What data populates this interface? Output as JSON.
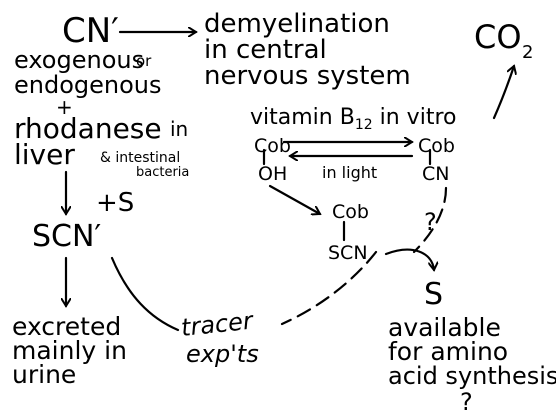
{
  "labels": {
    "cn": "CN′",
    "demyelination_l1": "demyelination",
    "demyelination_l2": "in central",
    "demyelination_l3": "nervous system",
    "co2_main": "CO",
    "co2_sub": "2",
    "exogenous_word": "exogenous",
    "exogenous_or": "or",
    "endogenous": "endogenous",
    "plus_top": "+",
    "rhodanese_word": "rhodanese",
    "rhodanese_in": "in",
    "liver_word": "liver",
    "intestinal": "& intestinal",
    "bacteria": "bacteria",
    "vitamin_prefix": "vitamin B",
    "vitamin_sub": "12",
    "vitamin_suffix": " in vitro",
    "cob_oh_top": "Cob",
    "cob_oh_oh": "OH",
    "cob_cn_top": "Cob",
    "cob_cn_cn": "CN",
    "in_light": "in light",
    "plus_s": "+S",
    "scn_main": "SCN′",
    "cob_scn_top": "Cob",
    "cob_scn_scn": "SCN",
    "question_1": "?",
    "s_product": "S",
    "excreted_l1": "excreted",
    "excreted_l2": "mainly in",
    "excreted_l3": "urine",
    "tracer_l1": "tracer",
    "tracer_l2": "exp'ts",
    "available_l1": "available",
    "available_l2": "for amino",
    "available_l3": "acid synthesis",
    "question_2": "?"
  }
}
